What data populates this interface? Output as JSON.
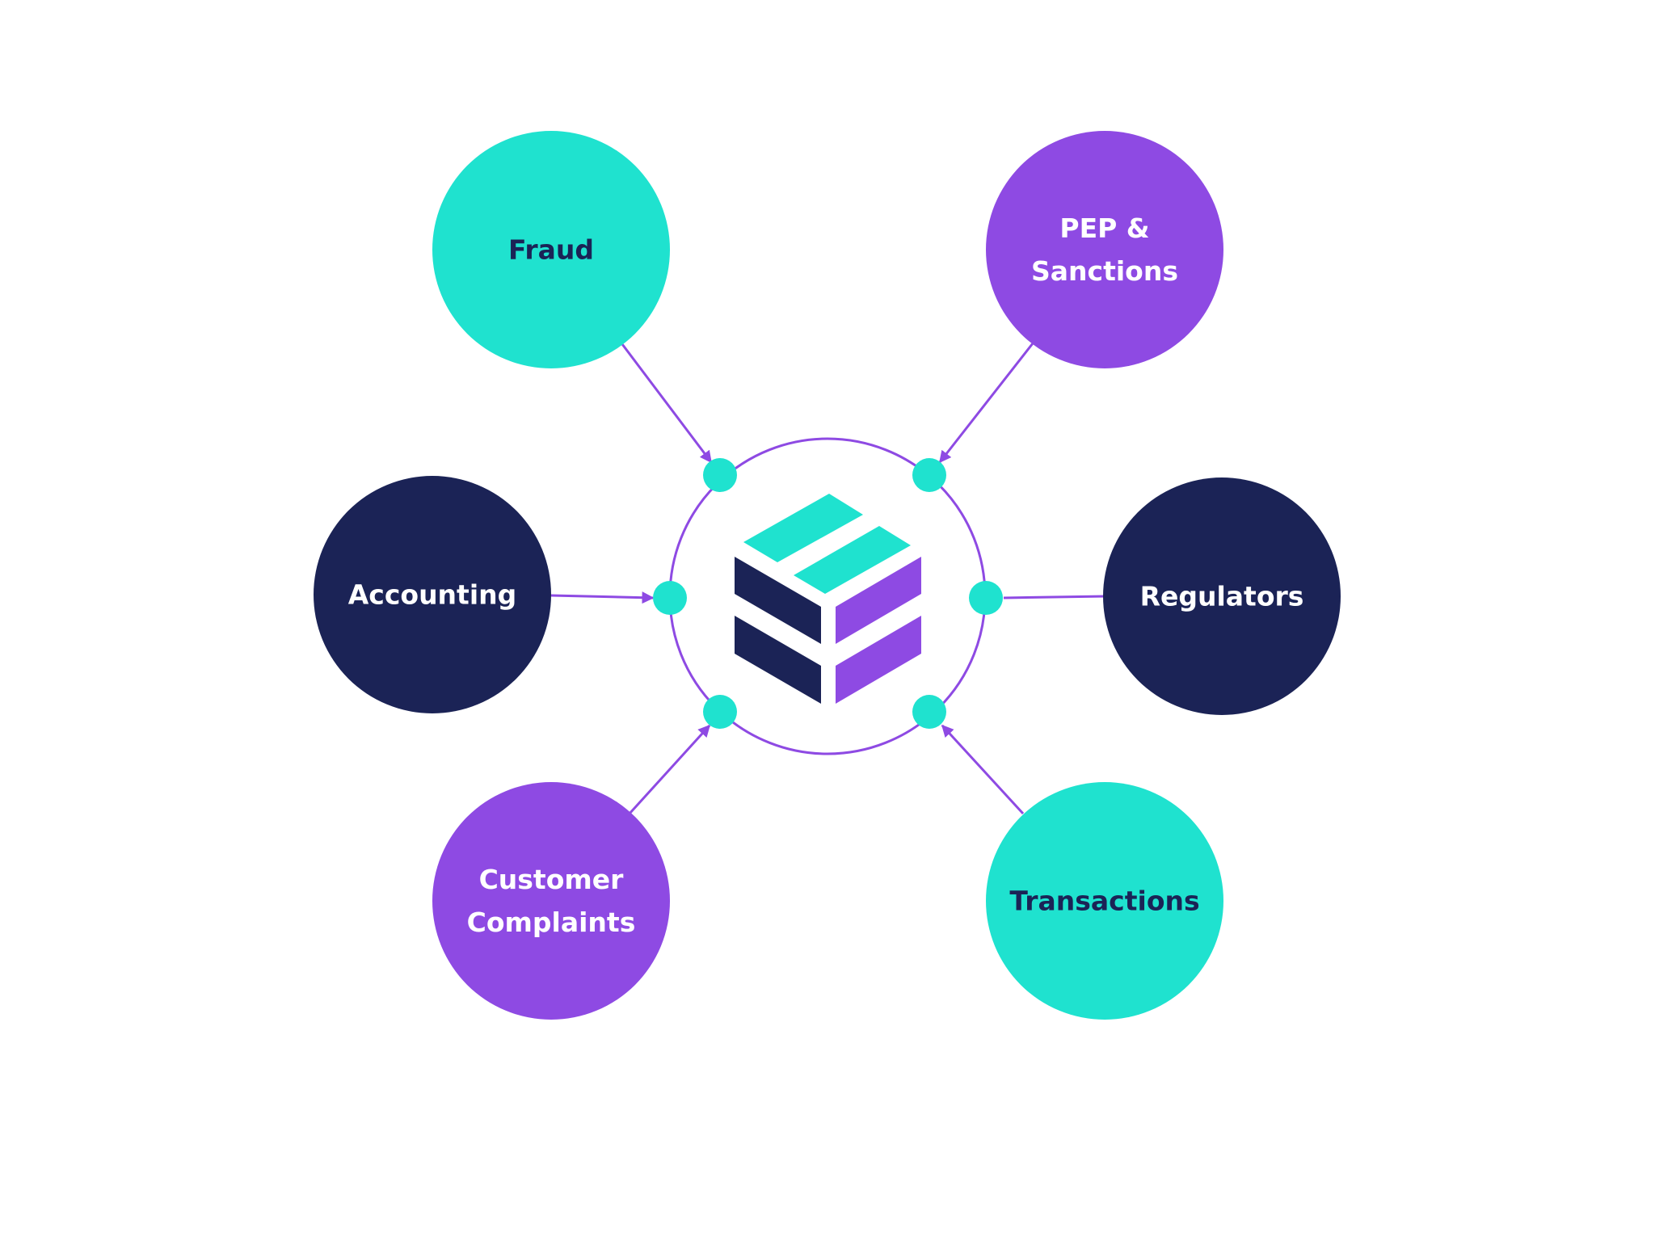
{
  "colors": {
    "teal": "#1fe2cf",
    "purple": "#8e4ae3",
    "navy": "#1b2356",
    "text_light": "#ffffff",
    "text_dark": "#1b2356",
    "connector": "#8e4ae3",
    "background": "#ffffff"
  },
  "hub": {
    "logo": "stacked-box-logo-icon"
  },
  "nodes": [
    {
      "id": "fraud",
      "lines": [
        "Fraud"
      ],
      "fill": "teal",
      "text": "dark",
      "direction": "to-hub"
    },
    {
      "id": "pep-sanctions",
      "lines": [
        "PEP &",
        "Sanctions"
      ],
      "fill": "purple",
      "text": "light",
      "direction": "to-hub"
    },
    {
      "id": "accounting",
      "lines": [
        "Accounting"
      ],
      "fill": "navy",
      "text": "light",
      "direction": "to-hub"
    },
    {
      "id": "regulators",
      "lines": [
        "Regulators"
      ],
      "fill": "navy",
      "text": "light",
      "direction": "none"
    },
    {
      "id": "customer-complaints",
      "lines": [
        "Customer",
        "Complaints"
      ],
      "fill": "purple",
      "text": "light",
      "direction": "to-hub"
    },
    {
      "id": "transactions",
      "lines": [
        "Transactions"
      ],
      "fill": "teal",
      "text": "dark",
      "direction": "to-hub"
    }
  ]
}
